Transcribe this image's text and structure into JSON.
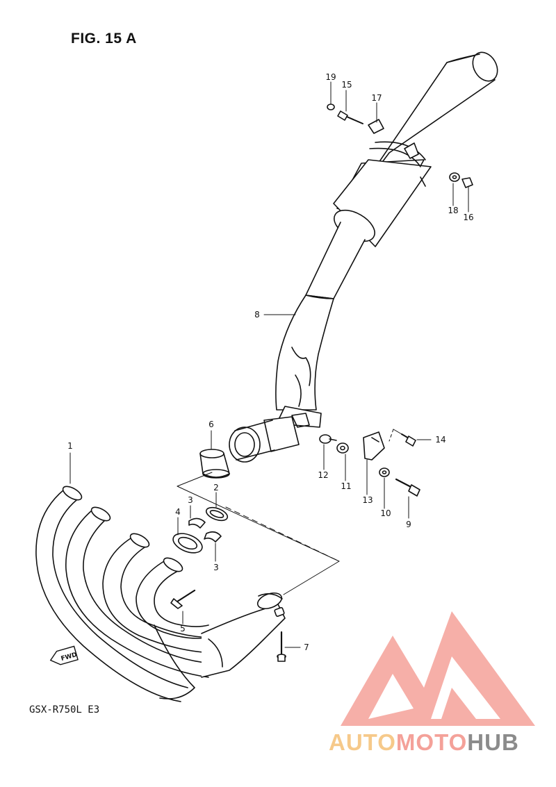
{
  "figure": {
    "title": "FIG. 15 A",
    "model": "GSX-R750L  E3",
    "fwd_tag": "FWD"
  },
  "callouts": [
    {
      "id": "c1",
      "label": "1"
    },
    {
      "id": "c2",
      "label": "2"
    },
    {
      "id": "c3a",
      "label": "3"
    },
    {
      "id": "c3b",
      "label": "3"
    },
    {
      "id": "c4",
      "label": "4"
    },
    {
      "id": "c5",
      "label": "5"
    },
    {
      "id": "c6",
      "label": "6"
    },
    {
      "id": "c7",
      "label": "7"
    },
    {
      "id": "c8",
      "label": "8"
    },
    {
      "id": "c9",
      "label": "9"
    },
    {
      "id": "c10",
      "label": "10"
    },
    {
      "id": "c11",
      "label": "11"
    },
    {
      "id": "c12",
      "label": "12"
    },
    {
      "id": "c13",
      "label": "13"
    },
    {
      "id": "c14",
      "label": "14"
    },
    {
      "id": "c15",
      "label": "15"
    },
    {
      "id": "c16",
      "label": "16"
    },
    {
      "id": "c17",
      "label": "17"
    },
    {
      "id": "c18",
      "label": "18"
    },
    {
      "id": "c19",
      "label": "19"
    }
  ],
  "watermark": {
    "part1": "AUTO",
    "part2": "MOTO",
    "part3": "HUB",
    "colors": {
      "auto": "#f6c98a",
      "moto": "#f4a199",
      "hub": "#8b8b8b",
      "logo": "#f4a199"
    }
  }
}
